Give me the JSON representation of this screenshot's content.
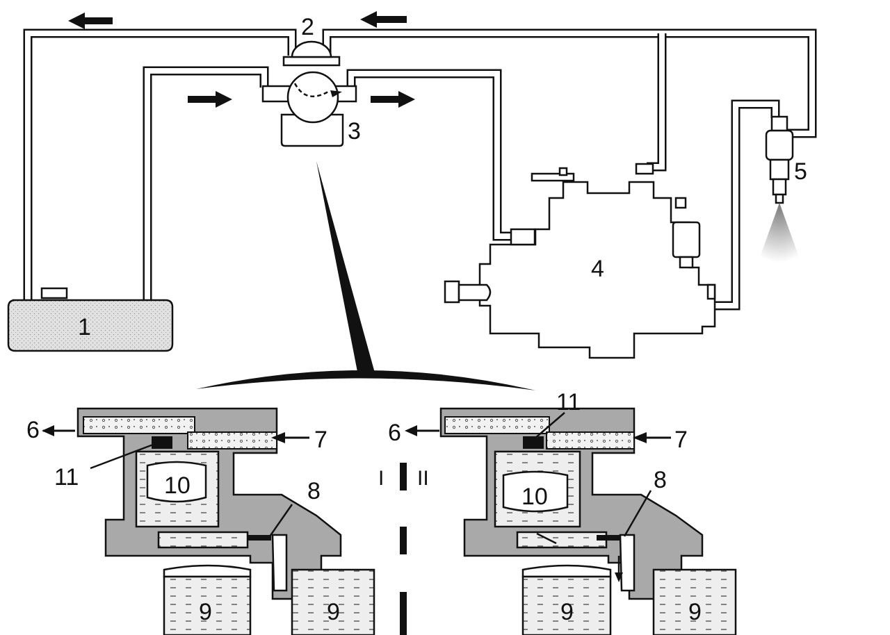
{
  "labels": {
    "tank": "1",
    "valve": "2",
    "filter": "3",
    "pump": "4",
    "injector": "5",
    "outlet_left": "6",
    "inlet_left": "7",
    "channel_left": "8",
    "cylinder_left_a": "9",
    "cylinder_left_b": "9",
    "float_left": "10",
    "valve_ball_left": "11",
    "outlet_right": "6",
    "inlet_right": "7",
    "channel_right": "8",
    "cylinder_right_a": "9",
    "cylinder_right_b": "9",
    "float_right": "10",
    "valve_ball_right": "11",
    "state_one": "I",
    "state_two": "II"
  },
  "colors": {
    "line": "#111111",
    "housing": "#a9a9a9",
    "fuel": "#d8d8d8"
  }
}
